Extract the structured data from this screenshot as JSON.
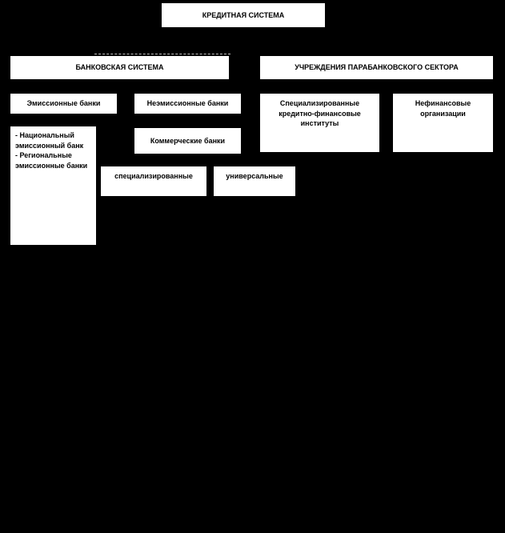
{
  "title": "КРЕДИТНАЯ СИСТЕМА",
  "level2": {
    "banking": "БАНКОВСКАЯ СИСТЕМА",
    "parabanking": "УЧРЕЖДЕНИЯ ПАРАБАНКОВСКОГО СЕКТОРА"
  },
  "level3": {
    "emission": "Эмиссионные банки",
    "non_emission": "Неэмиссионные банки",
    "specialized_institutes": "Специализированные кредитно-финансовые институты",
    "non_financial": "Нефинансовые организации"
  },
  "level4": {
    "emission_detail": [
      "- Национальный эмиссионный банк",
      "- Региональные эмиссионные банки"
    ],
    "commercial": "Коммерческие банки"
  },
  "level5": {
    "specialized": "специализированные",
    "universal": "универсальные"
  },
  "colors": {
    "background": "#000000",
    "box_background": "#ffffff",
    "text": "#000000"
  }
}
